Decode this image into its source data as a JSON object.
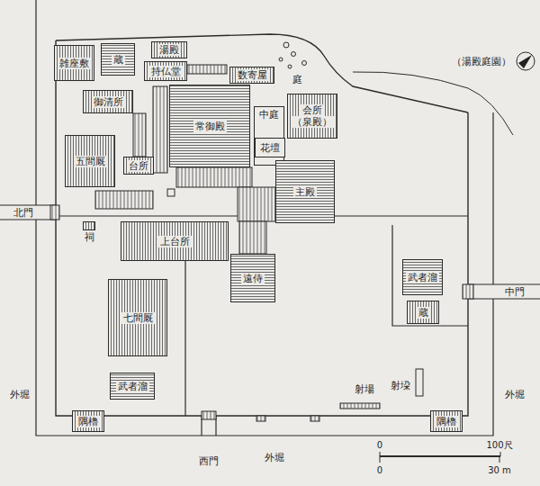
{
  "diagram": {
    "nodes": [
      {
        "text": [
          "雑座敷"
        ]
      },
      {
        "text": [
          "蔵"
        ]
      },
      {
        "text": [
          "湯殿"
        ]
      },
      {
        "text": [
          "持仏堂"
        ]
      },
      {
        "text": [
          "数寄屋"
        ]
      },
      {
        "text": [
          "御清所"
        ]
      },
      {
        "text": [
          "常御殿"
        ]
      },
      {
        "text": [
          "中庭"
        ]
      },
      {
        "text": [
          "花壇"
        ],
        "in": 7
      },
      {
        "text": [
          "会所",
          "（泉殿）"
        ]
      },
      {
        "text": [
          "五間厩"
        ]
      },
      {
        "text": [
          "台所"
        ]
      },
      {
        "text": [
          "主殿"
        ]
      },
      {
        "text": [
          "祠"
        ]
      },
      {
        "text": [
          "上台所"
        ]
      },
      {
        "text": [
          "遠侍"
        ]
      },
      {
        "text": [
          "武者溜"
        ]
      },
      {
        "text": [
          "蔵"
        ]
      },
      {
        "text": [
          "七間厩"
        ]
      },
      {
        "text": [
          "武者溜"
        ]
      },
      {
        "text": [
          "隅櫓"
        ]
      },
      {
        "text": [
          "隅櫓"
        ]
      }
    ],
    "labels": [
      "庭",
      "北門",
      "中門",
      "射場",
      "射垜",
      "外堀",
      "外堀",
      "外堀",
      "西門",
      "（湯殿庭園）",
      "0",
      "100尺",
      "0",
      "30 m"
    ]
  }
}
